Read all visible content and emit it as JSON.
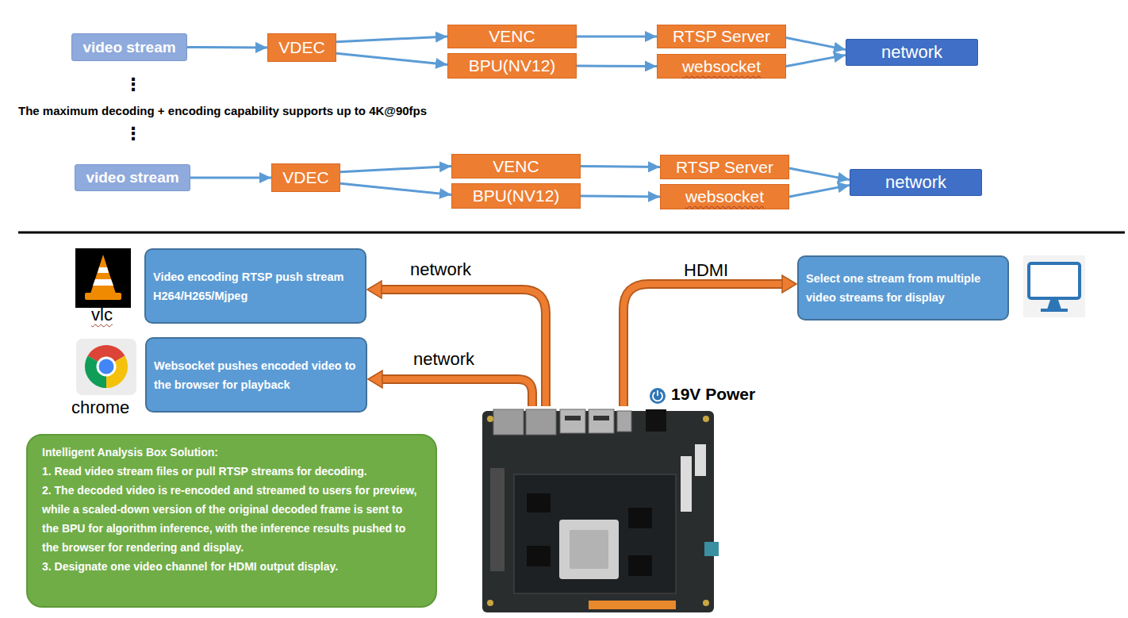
{
  "diagram": {
    "nodes": [
      {
        "text": [
          "video stream"
        ]
      },
      {
        "text": [
          "VDEC"
        ]
      },
      {
        "text": [
          "VENC"
        ]
      },
      {
        "text": [
          "RTSP Server"
        ]
      },
      {
        "text": [
          "network"
        ]
      },
      {
        "text": [
          "BPU(NV12)"
        ]
      },
      {
        "text": [
          "websocket"
        ]
      },
      {
        "text": [
          "video stream"
        ]
      },
      {
        "text": [
          "VDEC"
        ]
      },
      {
        "text": [
          "VENC"
        ]
      },
      {
        "text": [
          "RTSP Server"
        ]
      },
      {
        "text": [
          "network"
        ]
      },
      {
        "text": [
          "BPU(NV12)"
        ]
      },
      {
        "text": [
          "websocket"
        ]
      },
      {
        "text": [
          "Video encoding RTSP push stream H264/H265/Mjpeg"
        ]
      },
      {
        "text": [
          "Select one stream from multiple video streams for display"
        ]
      },
      {
        "text": [
          "Websocket pushes encoded video to the browser for playback"
        ]
      },
      {
        "text": [
          "Intelligent Analysis Box Solution:",
          "1. Read video stream files or pull RTSP streams for decoding.",
          "2. The decoded video is re-encoded and streamed to users for preview, while a scaled-down version of the original decoded frame is sent to the BPU for algorithm inference, with the inference results pushed to the browser for rendering and display.",
          "3. Designate one video channel for HDMI output display."
        ]
      }
    ],
    "edges": [
      {
        "from": 0,
        "to": 1,
        "arrow": "to"
      },
      {
        "from": 1,
        "to": 2,
        "arrow": "to"
      },
      {
        "from": 1,
        "to": 5,
        "arrow": "to"
      },
      {
        "from": 2,
        "to": 3,
        "arrow": "to"
      },
      {
        "from": 5,
        "to": 6,
        "arrow": "to"
      },
      {
        "from": 3,
        "to": 4,
        "arrow": "to"
      },
      {
        "from": 6,
        "to": 4,
        "arrow": "to"
      },
      {
        "from": 7,
        "to": 8,
        "arrow": "to"
      },
      {
        "from": 8,
        "to": 9,
        "arrow": "to"
      },
      {
        "from": 8,
        "to": 12,
        "arrow": "to"
      },
      {
        "from": 9,
        "to": 10,
        "arrow": "to"
      },
      {
        "from": 12,
        "to": 13,
        "arrow": "to"
      },
      {
        "from": 10,
        "to": 11,
        "arrow": "to"
      },
      {
        "from": 13,
        "to": 11,
        "arrow": "to"
      }
    ],
    "labels": [
      "⋮",
      "The maximum decoding + encoding capability supports up to 4K@90fps",
      "⋮",
      "network",
      "HDMI",
      "vlc",
      "network",
      "19V Power",
      "chrome"
    ]
  }
}
